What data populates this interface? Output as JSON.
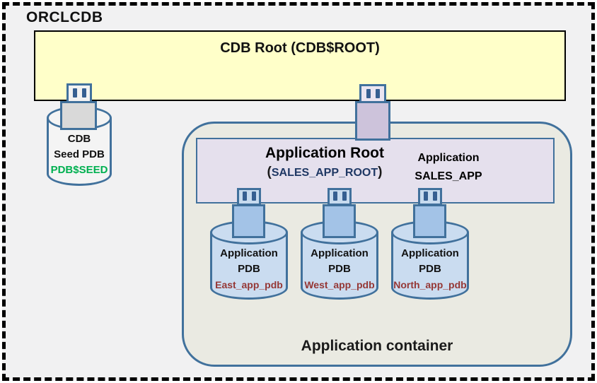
{
  "title": "ORCLCDB",
  "cdb_root": {
    "label": "CDB Root (CDB$ROOT)"
  },
  "seed_pdb": {
    "line1": "CDB",
    "line2": "Seed PDB",
    "name": "PDB$SEED"
  },
  "app_container": {
    "label": "Application container",
    "app_root": {
      "title": "Application Root",
      "paren_open": "(",
      "name": "SALES_APP_ROOT",
      "paren_close": ")",
      "side": {
        "line1": "Application",
        "line2": "SALES_APP"
      }
    },
    "pdbs": [
      {
        "line1": "Application",
        "line2": "PDB",
        "name": "East_app_pdb"
      },
      {
        "line1": "Application",
        "line2": "PDB",
        "name": "West_app_pdb"
      },
      {
        "line1": "Application",
        "line2": "PDB",
        "name": "North_app_pdb"
      }
    ]
  },
  "colors": {
    "background": "#F1F1F2",
    "frame_dash": "#000000",
    "cdb_root_fill": "#FFFFC9",
    "steel_blue_border": "#41719C",
    "prong_blue": "#365F91",
    "seed_cylinder_fill": "#F4F4F4",
    "seed_plug_fill": "#D9D9D9",
    "app_container_fill": "#EAEAE2",
    "app_root_fill": "#E5E0ED",
    "center_plug_fill": "#CDC3DB",
    "pdb_plug_fill": "#A3C3E7",
    "pdb_cylinder_fill": "#CADCF0",
    "seed_name_green": "#00B050",
    "app_root_name_navy": "#1F3864",
    "pdb_name_maroon": "#953735"
  }
}
